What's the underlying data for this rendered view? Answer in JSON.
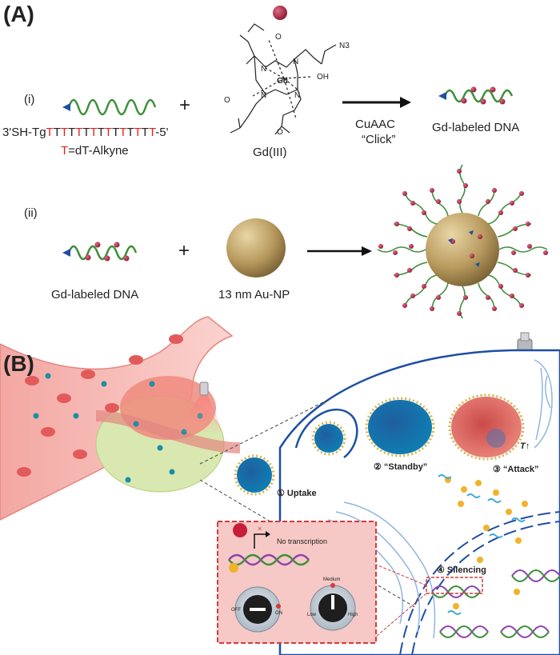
{
  "panel_a": {
    "label": "(A)",
    "step_i": {
      "marker": "(i)",
      "sequence_prefix": "3'SH-Tg",
      "sequence_t": "TTTTTTTTTTTTTTT",
      "sequence_suffix": "-5'",
      "legend_t": "T",
      "legend_rest": "=dT-Alkyne",
      "plus": "+",
      "gd_complex_label": "Gd(III)",
      "reaction_line1": "CuAAC",
      "reaction_line2": "“Click”",
      "product_label": "Gd-labeled DNA",
      "atoms": {
        "n": "N",
        "gd": "Gd",
        "o": "O",
        "oh": "OH",
        "n3": "N3"
      }
    },
    "step_ii": {
      "marker": "(ii)",
      "reactant_label": "Gd-labeled DNA",
      "plus": "+",
      "nanoparticle_label": "13 nm Au-NP"
    }
  },
  "panel_b": {
    "label": "(B)",
    "step1": "① Uptake",
    "step2": "② “Standby”",
    "step3": "③ “Attack”",
    "step4": "④ Silencing",
    "temp_label": "T↑",
    "inset": {
      "no_transcription": "No transcription",
      "dial1_off": "OFF",
      "dial1_on": "ON",
      "dial2_low": "Low",
      "dial2_medium": "Medium",
      "dial2_high": "High"
    }
  },
  "colors": {
    "dna_green": "#3f8f3a",
    "gd_red": "#b3264a",
    "alkyne_red": "#e0221f",
    "gold": "#b89a5e",
    "inset_red": "#d43b3b",
    "inset_bg": "#f6c9c6"
  }
}
